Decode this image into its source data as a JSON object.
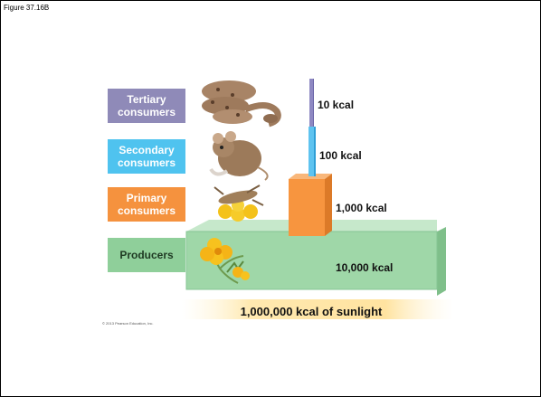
{
  "figure_label": "Figure 37.16B",
  "levels": [
    {
      "name": "tertiary",
      "label_line1": "Tertiary",
      "label_line2": "consumers",
      "color": "#8f8ab8",
      "energy": "10 kcal",
      "organism": "snake-icon"
    },
    {
      "name": "secondary",
      "label_line1": "Secondary",
      "label_line2": "consumers",
      "color": "#4fc3ef",
      "energy": "100 kcal",
      "organism": "mouse-icon"
    },
    {
      "name": "primary",
      "label_line1": "Primary",
      "label_line2": "consumers",
      "color": "#f5923e",
      "energy": "1,000 kcal",
      "organism": "grasshopper-icon"
    },
    {
      "name": "producers",
      "label_line1": "Producers",
      "label_line2": "",
      "color": "#8fcf9a",
      "energy": "10,000 kcal",
      "organism": "flower-icon"
    }
  ],
  "sunlight": "1,000,000 kcal of sunlight",
  "credit": "© 2013 Pearson Education, Inc."
}
